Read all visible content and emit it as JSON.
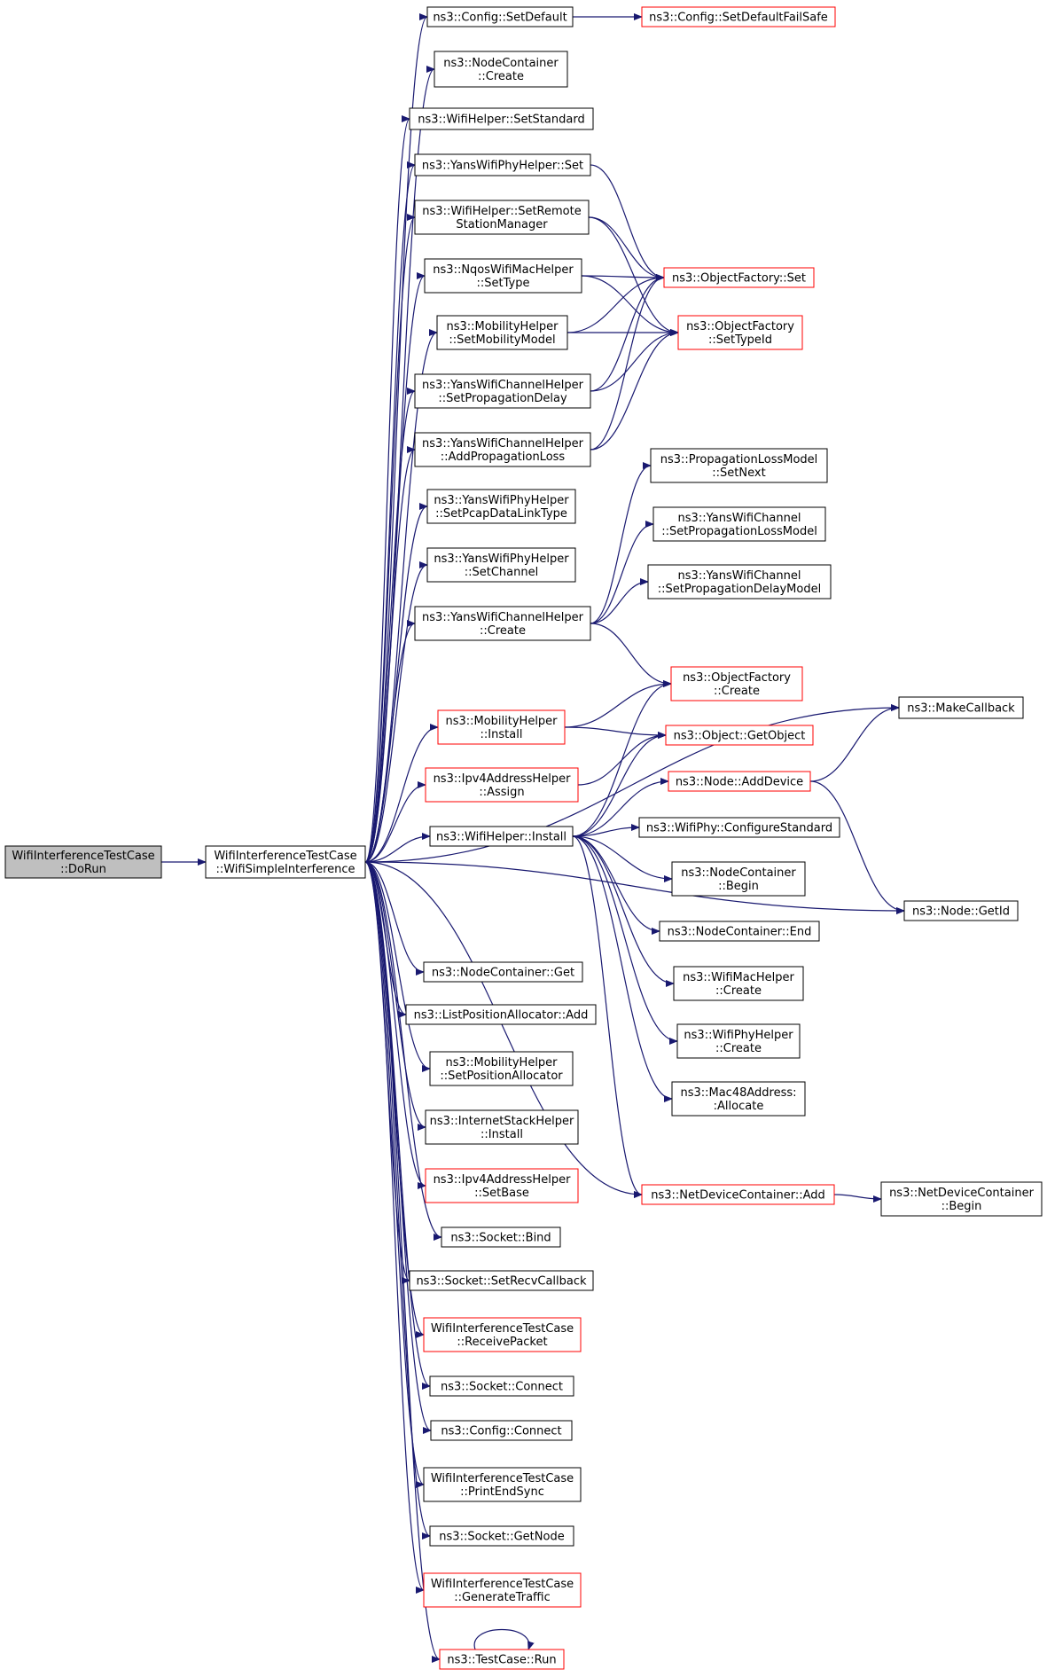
{
  "diagram": {
    "title": "",
    "colors": {
      "edge": "#191970",
      "box_border_default": "#000000",
      "box_border_link": "#ff0000",
      "box_fill_default": "#ffffff",
      "box_fill_root": "#bfbfbf"
    },
    "nodes": [
      {
        "id": "doRun",
        "lines": [
          "WifiInterferenceTestCase",
          "::DoRun"
        ],
        "style": "root"
      },
      {
        "id": "wsi",
        "lines": [
          "WifiInterferenceTestCase",
          "::WifiSimpleInterference"
        ],
        "style": "normal"
      },
      {
        "id": "cfgSetDefault",
        "lines": [
          "ns3::Config::SetDefault"
        ],
        "style": "normal"
      },
      {
        "id": "cfgSetDefaultFS",
        "lines": [
          "ns3::Config::SetDefaultFailSafe"
        ],
        "style": "red"
      },
      {
        "id": "ncCreate",
        "lines": [
          "ns3::NodeContainer",
          "::Create"
        ],
        "style": "normal"
      },
      {
        "id": "whSetStandard",
        "lines": [
          "ns3::WifiHelper::SetStandard"
        ],
        "style": "normal"
      },
      {
        "id": "ywphSet",
        "lines": [
          "ns3::YansWifiPhyHelper::Set"
        ],
        "style": "normal"
      },
      {
        "id": "whSetRSM",
        "lines": [
          "ns3::WifiHelper::SetRemote",
          "StationManager"
        ],
        "style": "normal"
      },
      {
        "id": "nqosSetType",
        "lines": [
          "ns3::NqosWifiMacHelper",
          "::SetType"
        ],
        "style": "normal"
      },
      {
        "id": "mhSetMM",
        "lines": [
          "ns3::MobilityHelper",
          "::SetMobilityModel"
        ],
        "style": "normal"
      },
      {
        "id": "ywchSetPD",
        "lines": [
          "ns3::YansWifiChannelHelper",
          "::SetPropagationDelay"
        ],
        "style": "normal"
      },
      {
        "id": "ywchAddPL",
        "lines": [
          "ns3::YansWifiChannelHelper",
          "::AddPropagationLoss"
        ],
        "style": "normal"
      },
      {
        "id": "ywphSetPcap",
        "lines": [
          "ns3::YansWifiPhyHelper",
          "::SetPcapDataLinkType"
        ],
        "style": "normal"
      },
      {
        "id": "ywphSetChannel",
        "lines": [
          "ns3::YansWifiPhyHelper",
          "::SetChannel"
        ],
        "style": "normal"
      },
      {
        "id": "ywchCreate",
        "lines": [
          "ns3::YansWifiChannelHelper",
          "::Create"
        ],
        "style": "normal"
      },
      {
        "id": "mhInstall",
        "lines": [
          "ns3::MobilityHelper",
          "::Install"
        ],
        "style": "red"
      },
      {
        "id": "ipv4Assign",
        "lines": [
          "ns3::Ipv4AddressHelper",
          "::Assign"
        ],
        "style": "red"
      },
      {
        "id": "whInstall",
        "lines": [
          "ns3::WifiHelper::Install"
        ],
        "style": "normal"
      },
      {
        "id": "ncGet",
        "lines": [
          "ns3::NodeContainer::Get"
        ],
        "style": "normal"
      },
      {
        "id": "lpaAdd",
        "lines": [
          "ns3::ListPositionAllocator::Add"
        ],
        "style": "normal"
      },
      {
        "id": "mhSetPA",
        "lines": [
          "ns3::MobilityHelper",
          "::SetPositionAllocator"
        ],
        "style": "normal"
      },
      {
        "id": "ishInstall",
        "lines": [
          "ns3::InternetStackHelper",
          "::Install"
        ],
        "style": "normal"
      },
      {
        "id": "ipv4SetBase",
        "lines": [
          "ns3::Ipv4AddressHelper",
          "::SetBase"
        ],
        "style": "red"
      },
      {
        "id": "sockBind",
        "lines": [
          "ns3::Socket::Bind"
        ],
        "style": "normal"
      },
      {
        "id": "sockSetRecv",
        "lines": [
          "ns3::Socket::SetRecvCallback"
        ],
        "style": "normal"
      },
      {
        "id": "witcRecv",
        "lines": [
          "WifiInterferenceTestCase",
          "::ReceivePacket"
        ],
        "style": "red"
      },
      {
        "id": "sockConnect",
        "lines": [
          "ns3::Socket::Connect"
        ],
        "style": "normal"
      },
      {
        "id": "cfgConnect",
        "lines": [
          "ns3::Config::Connect"
        ],
        "style": "normal"
      },
      {
        "id": "witcPrint",
        "lines": [
          "WifiInterferenceTestCase",
          "::PrintEndSync"
        ],
        "style": "normal"
      },
      {
        "id": "sockGetNode",
        "lines": [
          "ns3::Socket::GetNode"
        ],
        "style": "normal"
      },
      {
        "id": "witcGen",
        "lines": [
          "WifiInterferenceTestCase",
          "::GenerateTraffic"
        ],
        "style": "red"
      },
      {
        "id": "tcRun",
        "lines": [
          "ns3::TestCase::Run"
        ],
        "style": "red"
      },
      {
        "id": "ofSet",
        "lines": [
          "ns3::ObjectFactory::Set"
        ],
        "style": "red"
      },
      {
        "id": "ofSetTypeId",
        "lines": [
          "ns3::ObjectFactory",
          "::SetTypeId"
        ],
        "style": "red"
      },
      {
        "id": "plmSetNext",
        "lines": [
          "ns3::PropagationLossModel",
          "::SetNext"
        ],
        "style": "normal"
      },
      {
        "id": "ywcSetPLM",
        "lines": [
          "ns3::YansWifiChannel",
          "::SetPropagationLossModel"
        ],
        "style": "normal"
      },
      {
        "id": "ywcSetPDM",
        "lines": [
          "ns3::YansWifiChannel",
          "::SetPropagationDelayModel"
        ],
        "style": "normal"
      },
      {
        "id": "ofCreate",
        "lines": [
          "ns3::ObjectFactory",
          "::Create"
        ],
        "style": "red"
      },
      {
        "id": "objGetObject",
        "lines": [
          "ns3::Object::GetObject"
        ],
        "style": "red"
      },
      {
        "id": "nodeAddDevice",
        "lines": [
          "ns3::Node::AddDevice"
        ],
        "style": "red"
      },
      {
        "id": "wpConfStd",
        "lines": [
          "ns3::WifiPhy::ConfigureStandard"
        ],
        "style": "normal"
      },
      {
        "id": "ncBegin",
        "lines": [
          "ns3::NodeContainer",
          "::Begin"
        ],
        "style": "normal"
      },
      {
        "id": "ncEnd",
        "lines": [
          "ns3::NodeContainer::End"
        ],
        "style": "normal"
      },
      {
        "id": "wmhCreate",
        "lines": [
          "ns3::WifiMacHelper",
          "::Create"
        ],
        "style": "normal"
      },
      {
        "id": "wphCreate",
        "lines": [
          "ns3::WifiPhyHelper",
          "::Create"
        ],
        "style": "normal"
      },
      {
        "id": "mac48Alloc",
        "lines": [
          "ns3::Mac48Address:",
          ":Allocate"
        ],
        "style": "normal"
      },
      {
        "id": "ndcAdd",
        "lines": [
          "ns3::NetDeviceContainer::Add"
        ],
        "style": "red"
      },
      {
        "id": "makeCallback",
        "lines": [
          "ns3::MakeCallback"
        ],
        "style": "normal"
      },
      {
        "id": "nodeGetId",
        "lines": [
          "ns3::Node::GetId"
        ],
        "style": "normal"
      },
      {
        "id": "ndcBegin",
        "lines": [
          "ns3::NetDeviceContainer",
          "::Begin"
        ],
        "style": "normal"
      }
    ],
    "edges": [
      [
        "doRun",
        "wsi"
      ],
      [
        "wsi",
        "cfgSetDefault"
      ],
      [
        "wsi",
        "ncCreate"
      ],
      [
        "wsi",
        "whSetStandard"
      ],
      [
        "wsi",
        "ywphSet"
      ],
      [
        "wsi",
        "whSetRSM"
      ],
      [
        "wsi",
        "nqosSetType"
      ],
      [
        "wsi",
        "mhSetMM"
      ],
      [
        "wsi",
        "ywchSetPD"
      ],
      [
        "wsi",
        "ywchAddPL"
      ],
      [
        "wsi",
        "ywphSetPcap"
      ],
      [
        "wsi",
        "ywphSetChannel"
      ],
      [
        "wsi",
        "ywchCreate"
      ],
      [
        "wsi",
        "makeCallback"
      ],
      [
        "wsi",
        "mhInstall"
      ],
      [
        "wsi",
        "ipv4Assign"
      ],
      [
        "wsi",
        "whInstall"
      ],
      [
        "wsi",
        "nodeGetId"
      ],
      [
        "wsi",
        "ncGet"
      ],
      [
        "wsi",
        "lpaAdd"
      ],
      [
        "wsi",
        "mhSetPA"
      ],
      [
        "wsi",
        "ishInstall"
      ],
      [
        "wsi",
        "ipv4SetBase"
      ],
      [
        "wsi",
        "sockBind"
      ],
      [
        "wsi",
        "sockSetRecv"
      ],
      [
        "wsi",
        "witcRecv"
      ],
      [
        "wsi",
        "sockConnect"
      ],
      [
        "wsi",
        "cfgConnect"
      ],
      [
        "wsi",
        "witcPrint"
      ],
      [
        "wsi",
        "sockGetNode"
      ],
      [
        "wsi",
        "witcGen"
      ],
      [
        "wsi",
        "tcRun"
      ],
      [
        "wsi",
        "ndcAdd"
      ],
      [
        "cfgSetDefault",
        "cfgSetDefaultFS"
      ],
      [
        "ywphSet",
        "ofSet"
      ],
      [
        "whSetRSM",
        "ofSet"
      ],
      [
        "whSetRSM",
        "ofSetTypeId"
      ],
      [
        "nqosSetType",
        "ofSet"
      ],
      [
        "nqosSetType",
        "ofSetTypeId"
      ],
      [
        "mhSetMM",
        "ofSet"
      ],
      [
        "mhSetMM",
        "ofSetTypeId"
      ],
      [
        "ywchSetPD",
        "ofSet"
      ],
      [
        "ywchSetPD",
        "ofSetTypeId"
      ],
      [
        "ywchAddPL",
        "ofSet"
      ],
      [
        "ywchAddPL",
        "ofSetTypeId"
      ],
      [
        "ywchCreate",
        "plmSetNext"
      ],
      [
        "ywchCreate",
        "ywcSetPLM"
      ],
      [
        "ywchCreate",
        "ywcSetPDM"
      ],
      [
        "ywchCreate",
        "ofCreate"
      ],
      [
        "mhInstall",
        "ofCreate"
      ],
      [
        "mhInstall",
        "objGetObject"
      ],
      [
        "ipv4Assign",
        "objGetObject"
      ],
      [
        "whInstall",
        "ofCreate"
      ],
      [
        "whInstall",
        "objGetObject"
      ],
      [
        "whInstall",
        "nodeAddDevice"
      ],
      [
        "whInstall",
        "wpConfStd"
      ],
      [
        "whInstall",
        "ncBegin"
      ],
      [
        "whInstall",
        "ncEnd"
      ],
      [
        "whInstall",
        "wmhCreate"
      ],
      [
        "whInstall",
        "wphCreate"
      ],
      [
        "whInstall",
        "mac48Alloc"
      ],
      [
        "whInstall",
        "ndcAdd"
      ],
      [
        "nodeAddDevice",
        "makeCallback"
      ],
      [
        "nodeAddDevice",
        "nodeGetId"
      ],
      [
        "ndcAdd",
        "ndcBegin"
      ],
      [
        "tcRun",
        "tcRun"
      ]
    ]
  }
}
